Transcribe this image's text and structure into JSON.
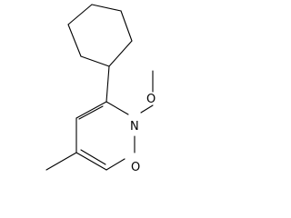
{
  "molecule": {
    "atoms": {
      "ring_nitrogen": "N",
      "methoxy_oxygen": "O",
      "carbonyl_oxygen": "O"
    }
  },
  "colors": {
    "bond": "#000000",
    "label": "#000000",
    "background": "#ffffff"
  }
}
